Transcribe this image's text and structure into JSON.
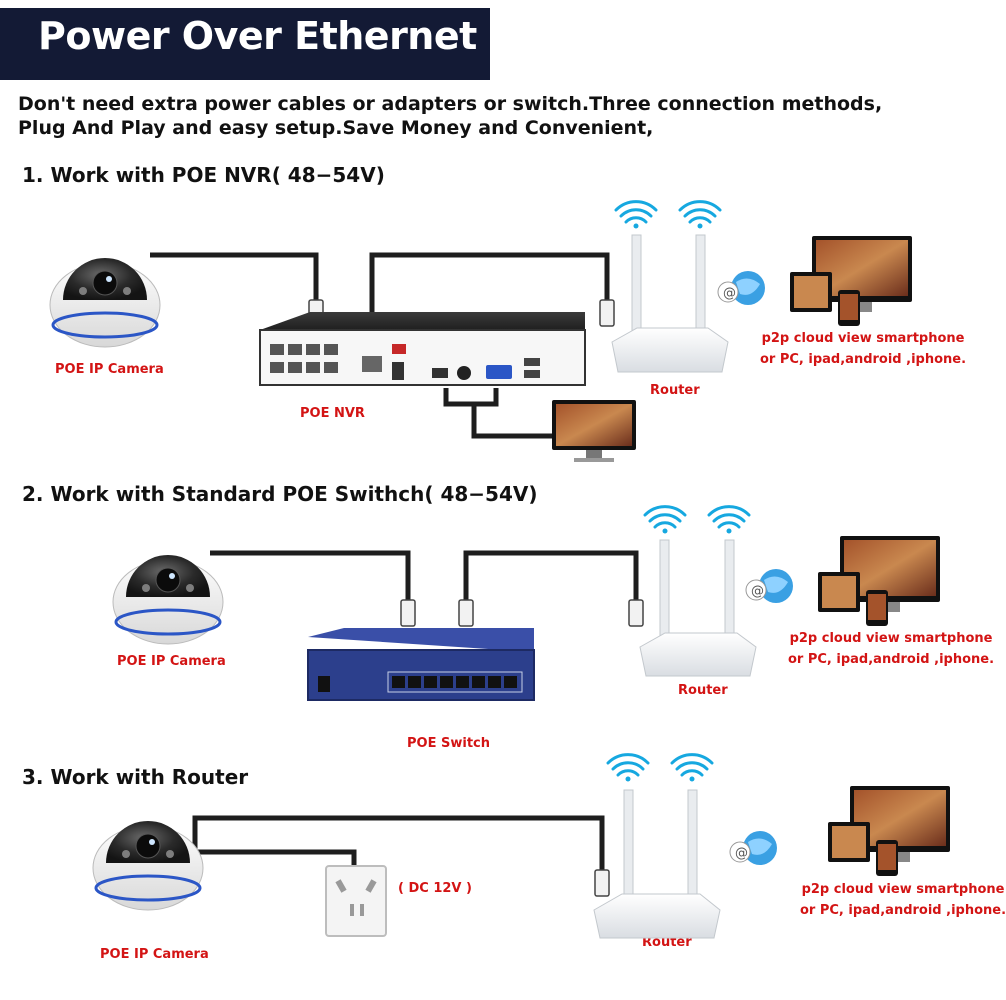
{
  "header": {
    "title": "Power Over Ethernet"
  },
  "intro": {
    "line1": "Don't need extra power cables or adapters or switch.Three connection methods,",
    "line2": "Plug And Play and easy setup.Save Money and Convenient,"
  },
  "methods": [
    {
      "title": "1. Work with POE NVR( 48−54V)",
      "camera_label": "POE IP Camera",
      "device_label": "POE NVR",
      "router_label": "Router",
      "cloud_desc_1": "p2p cloud view smartphone",
      "cloud_desc_2": "or PC, ipad,android ,iphone."
    },
    {
      "title": "2. Work with Standard POE Swithch( 48−54V)",
      "camera_label": "POE IP Camera",
      "device_label": "POE Switch",
      "router_label": "Router",
      "cloud_desc_1": "p2p cloud view smartphone",
      "cloud_desc_2": "or PC, ipad,android ,iphone."
    },
    {
      "title": "3. Work with Router",
      "camera_label": "POE IP Camera",
      "power_label": "( DC 12V )",
      "router_label": "Router",
      "cloud_desc_1": "p2p cloud view smartphone",
      "cloud_desc_2": "or PC, ipad,android ,iphone."
    }
  ],
  "colors": {
    "title_bar": "#131a35",
    "label_red": "#d31414",
    "switch_blue": "#2c3f8c"
  }
}
